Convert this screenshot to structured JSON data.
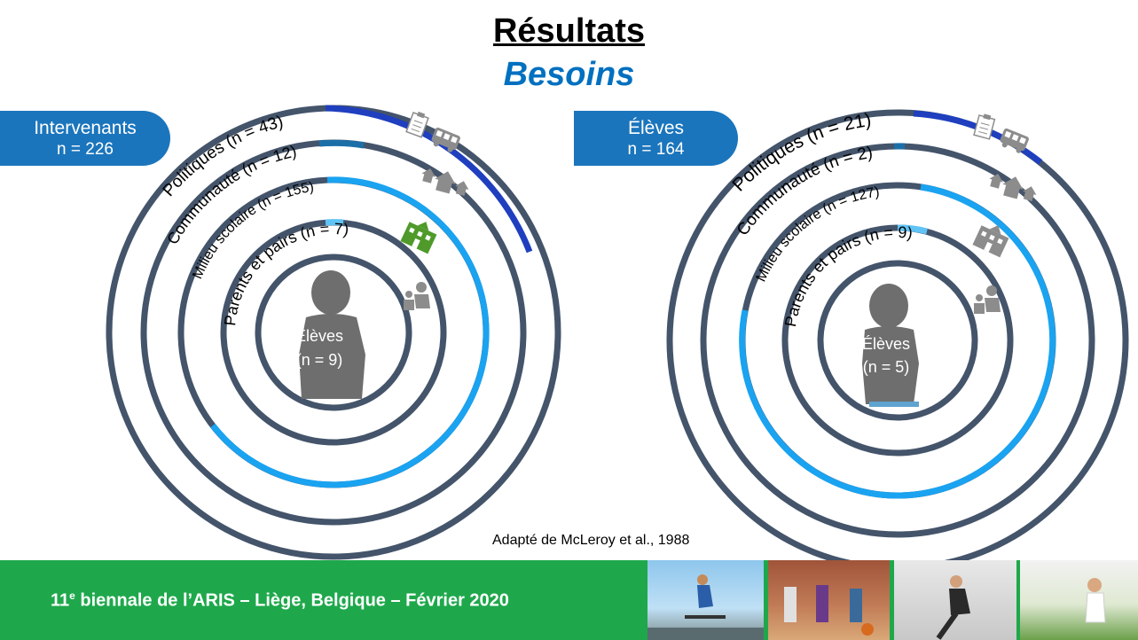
{
  "title": "Résultats",
  "subtitle": "Besoins",
  "left_tab": {
    "line1": "Intervenants",
    "line2": "n = 226"
  },
  "right_tab": {
    "line1": "Élèves",
    "line2": "n = 164"
  },
  "left_diagram": {
    "rings": [
      {
        "label": "Politiques (n = 43)",
        "count": 43
      },
      {
        "label": "Communauté (n = 12)",
        "count": 12
      },
      {
        "label": "Milieu scolaire (n = 155)",
        "count": 155
      },
      {
        "label": "Parents et pairs (n = 7)",
        "count": 7
      }
    ],
    "center_line1": "Élèves",
    "center_line2": "(n = 9)"
  },
  "right_diagram": {
    "rings": [
      {
        "label": "Politiques (n = 21)",
        "count": 21
      },
      {
        "label": "Communauté (n = 2)",
        "count": 2
      },
      {
        "label": "Milieu scolaire (n = 127)",
        "count": 127
      },
      {
        "label": "Parents et pairs (n = 9)",
        "count": 9
      }
    ],
    "center_line1": "Élèves",
    "center_line2": "(n = 5)"
  },
  "reference": "Adapté de McLeroy et al., 1988",
  "footer": {
    "text_pre": "11",
    "text_sup": "e",
    "text_post": " biennale de l’ARIS – Liège, Belgique – Février 2020"
  },
  "icons": [
    "document-icon",
    "bus-icon",
    "houses-icon",
    "school-icon",
    "people-icon",
    "person-silhouette-icon"
  ],
  "colors": {
    "ring": "#44546a",
    "politiques": "#1f3fbf",
    "communaute": "#1b6fa8",
    "milieu": "#1aa3f0",
    "parents": "#5fc3f5",
    "footer": "#1ea84b",
    "tab": "#1b75bc",
    "school_left": "#4f9a2a",
    "school_right": "#8c8c8c"
  }
}
